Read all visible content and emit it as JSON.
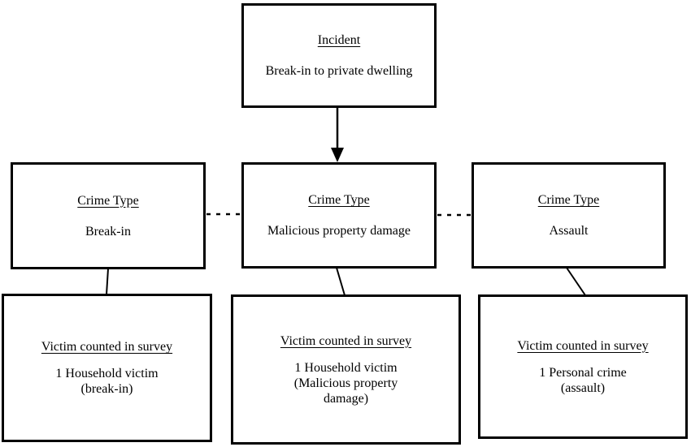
{
  "incident": {
    "heading": "Incident",
    "body": "Break-in to private dwelling"
  },
  "crime_types": [
    {
      "heading": "Crime Type",
      "body": "Break-in"
    },
    {
      "heading": "Crime Type",
      "body": "Malicious property damage"
    },
    {
      "heading": "Crime Type",
      "body": "Assault"
    }
  ],
  "victims": [
    {
      "heading": "Victim counted in survey",
      "lines": [
        "1 Household victim",
        "(break-in)"
      ]
    },
    {
      "heading": "Victim counted in survey",
      "lines": [
        "1 Household victim",
        "(Malicious property",
        "damage)"
      ]
    },
    {
      "heading": "Victim counted in survey",
      "lines": [
        "1 Personal crime",
        "(assault)"
      ]
    }
  ],
  "colors": {
    "line": "#000000",
    "background": "#ffffff"
  }
}
